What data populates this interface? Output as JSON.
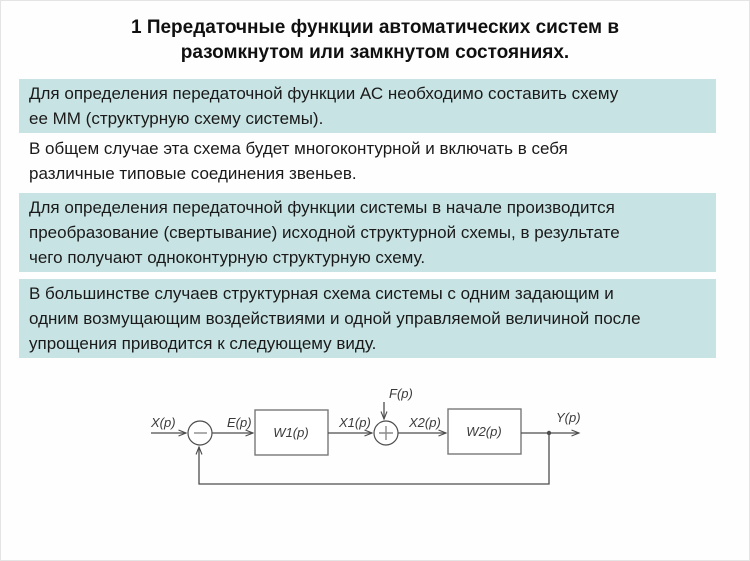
{
  "title": {
    "line1": "1 Передаточные функции автоматических систем в",
    "line2": "разомкнутом или замкнутом состояниях."
  },
  "blocks": [
    {
      "style": "cyan",
      "lines": [
        "Для определения передаточной функции АС необходимо составить схему",
        "ее ММ (структурную схему системы)."
      ]
    },
    {
      "style": "plain",
      "lines": [
        "В общем случае эта схема будет многоконтурной и включать в себя",
        "различные типовые соединения звеньев."
      ]
    },
    {
      "style": "cyan",
      "lines": [
        "Для определения передаточной функции системы в начале производится",
        "преобразование (свертывание) исходной структурной схемы, в результате",
        "чего получают одноконтурную структурную схему."
      ]
    },
    {
      "style": "cyan",
      "lines": [
        "В большинстве случаев структурная схема системы с одним задающим и",
        "одним возмущающим воздействиями и одной управляемой величиной после",
        "упрощения приводится к следующему виду."
      ]
    }
  ],
  "diagram": {
    "labels": {
      "input": "X(p)",
      "error": "E(p)",
      "block1": "W1(p)",
      "x1": "X1(p)",
      "disturbance": "F(p)",
      "x2": "X2(p)",
      "block2": "W2(p)",
      "output": "Y(p)"
    }
  },
  "colors": {
    "highlight": "#c8e3e3",
    "diagram_line": "#4d4d4d",
    "text": "#1a1a1a"
  }
}
